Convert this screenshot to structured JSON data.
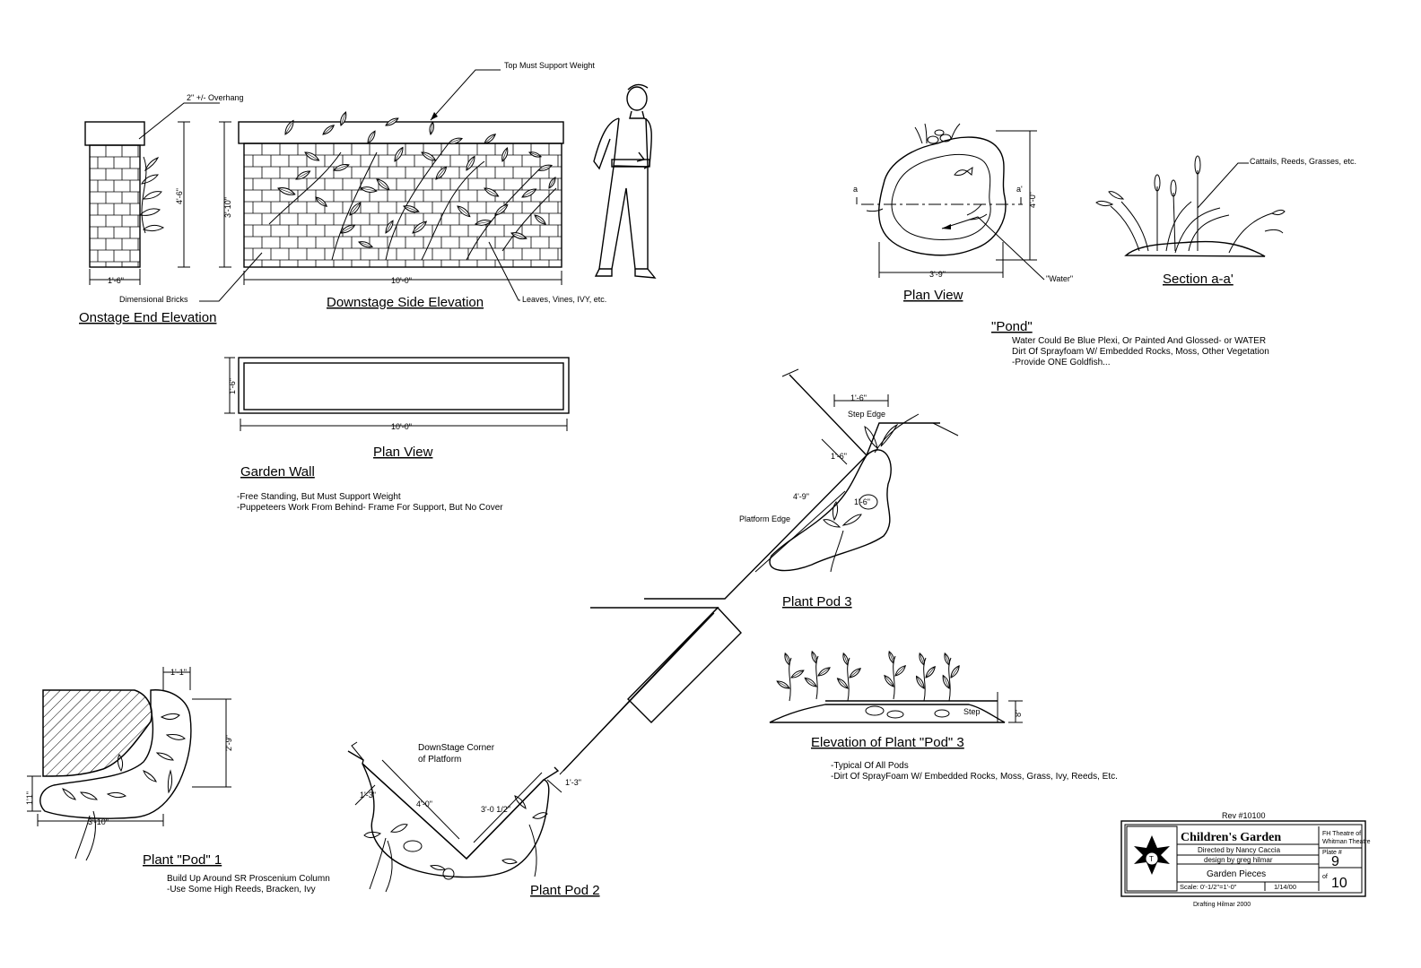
{
  "garden_wall": {
    "top_note": "Top Must Support Weight",
    "overhang_note": "2\" +/- Overhang",
    "dim_end_width": "1'-6\"",
    "dim_end_height": "4'-6\"",
    "dim_side_height": "3'-10\"",
    "dim_side_width": "10'-0\"",
    "dim_plan_depth": "1'-6\"",
    "dim_plan_width": "10'-0\"",
    "bricks_note": "Dimensional Bricks",
    "leaves_note": "Leaves, Vines, IVY, etc.",
    "end_title": "Onstage End Elevation",
    "side_title": "Downstage Side Elevation",
    "plan_title": "Plan View",
    "title": "Garden Wall",
    "notes": [
      "-Free Standing, But Must Support Weight",
      "-Puppeteers Work From Behind- Frame For Support, But No Cover"
    ]
  },
  "pond": {
    "section_mark_a": "a",
    "section_mark_a2": "a'",
    "dim_width": "3'-9\"",
    "dim_height": "4'-0\"",
    "water_note": "\"Water\"",
    "cattails_note": "Cattails, Reeds, Grasses, etc.",
    "plan_title": "Plan View",
    "section_title": "Section a-a'",
    "title": "\"Pond\"",
    "notes": [
      "Water Could Be Blue Plexi, Or Painted And Glossed- or WATER",
      "Dirt Of Sprayfoam W/ Embedded Rocks, Moss, Other Vegetation",
      "-Provide ONE Goldfish..."
    ]
  },
  "pod3": {
    "dim_step": "1'-6\"",
    "step_edge": "Step Edge",
    "dim_a": "1'-6\"",
    "dim_b": "4'-9\"",
    "dim_c": "1'-6\"",
    "platform_edge": "Platform Edge",
    "title": "Plant Pod 3"
  },
  "elevation_pod3": {
    "step_label": "Step",
    "dim_height": "8\"",
    "title": "Elevation of Plant \"Pod\" 3",
    "notes": [
      "-Typical Of All Pods",
      "-Dirt Of SprayFoam W/ Embedded Rocks, Moss, Grass, Ivy, Reeds, Etc."
    ]
  },
  "pod1": {
    "dim_top": "1'-1\"",
    "dim_right": "2'-9\"",
    "dim_left": "1'1\"",
    "dim_bottom": "3'-10\"",
    "title": "Plant \"Pod\" 1",
    "notes": [
      "Build Up Around SR Proscenium Column",
      "-Use Some High Reeds, Bracken, Ivy"
    ]
  },
  "pod2": {
    "corner_note_1": "DownStage Corner",
    "corner_note_2": "of Platform",
    "dim_a": "1'-3\"",
    "dim_b": "4'-0\"",
    "dim_c": "3'-0 1/2\"",
    "dim_d": "1'-3\"",
    "title": "Plant Pod 2"
  },
  "title_block": {
    "rev": "Rev #10100",
    "show": "Children's Garden",
    "theatre_1": "FH Theatre of",
    "theatre_2": "Whitman Theatre",
    "director": "Directed by Nancy Caccia",
    "designer": "design by greg hilmar",
    "drawing_title": "Garden Pieces",
    "scale": "Scale: 0'-1/2\"=1'-0\"",
    "date": "1/14/00",
    "plate_label": "Plate #",
    "plate_num": "9",
    "of_label": "of",
    "total": "10",
    "footer": "Drafting Hilmar 2000"
  }
}
